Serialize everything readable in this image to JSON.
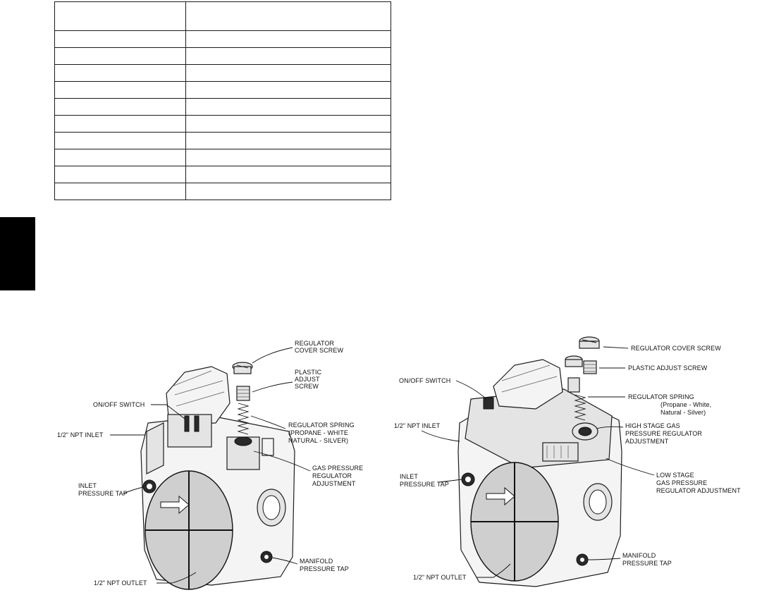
{
  "table": {
    "rows": 11,
    "columns": 2
  },
  "figure_left": {
    "labels": {
      "regulator_cover_screw": [
        "REGULATOR",
        "COVER SCREW"
      ],
      "plastic_adjust_screw": [
        "PLASTIC",
        "ADJUST",
        "SCREW"
      ],
      "on_off_switch": "ON/OFF SWITCH",
      "npt_inlet": "1/2\" NPT INLET",
      "regulator_spring": [
        "REGULATOR SPRING",
        "(PROPANE - WHITE",
        "NATURAL - SILVER)"
      ],
      "gas_pressure_regulator": [
        "GAS PRESSURE",
        "REGULATOR",
        "ADJUSTMENT"
      ],
      "inlet_pressure_tap": [
        "INLET",
        "PRESSURE TAP"
      ],
      "manifold_pressure_tap": [
        "MANIFOLD",
        "PRESSURE TAP"
      ],
      "npt_outlet": "1/2\" NPT OUTLET"
    }
  },
  "figure_right": {
    "labels": {
      "regulator_cover_screw": "REGULATOR COVER SCREW",
      "plastic_adjust_screw": "PLASTIC ADJUST SCREW",
      "regulator_spring": [
        "REGULATOR SPRING",
        "(Propane - White,",
        "Natural - Silver)"
      ],
      "on_off_switch": "ON/OFF SWITCH",
      "npt_inlet": "1/2\" NPT INLET",
      "high_stage": [
        "HIGH STAGE GAS",
        "PRESSURE REGULATOR",
        "ADJUSTMENT"
      ],
      "inlet_pressure_tap": [
        "INLET",
        "PRESSURE TAP"
      ],
      "low_stage": [
        "LOW STAGE",
        "GAS PRESSURE",
        "REGULATOR ADJUSTMENT"
      ],
      "manifold_pressure_tap": [
        "MANIFOLD",
        "PRESSURE TAP"
      ],
      "npt_outlet": "1/2\" NPT OUTLET"
    }
  },
  "colors": {
    "ink": "#111111",
    "side_tab": "#000000",
    "background": "#ffffff"
  }
}
